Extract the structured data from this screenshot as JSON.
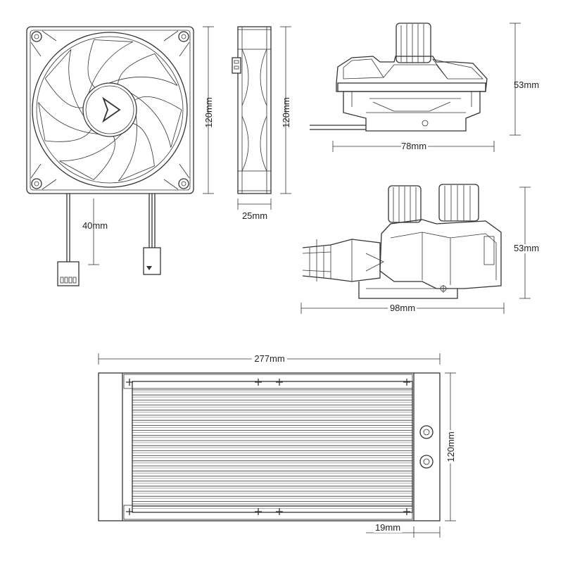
{
  "dimensions": {
    "fan_height": "120mm",
    "fan_thickness_height": "120mm",
    "fan_thickness": "25mm",
    "fan_cable_length": "40mm",
    "pump_height_front": "53mm",
    "pump_width_front": "78mm",
    "pump_height_side": "53mm",
    "pump_length_side": "98mm",
    "radiator_length": "277mm",
    "radiator_height": "120mm",
    "radiator_port_offset": "19mm"
  },
  "colors": {
    "line": "#333333",
    "background": "#ffffff"
  }
}
